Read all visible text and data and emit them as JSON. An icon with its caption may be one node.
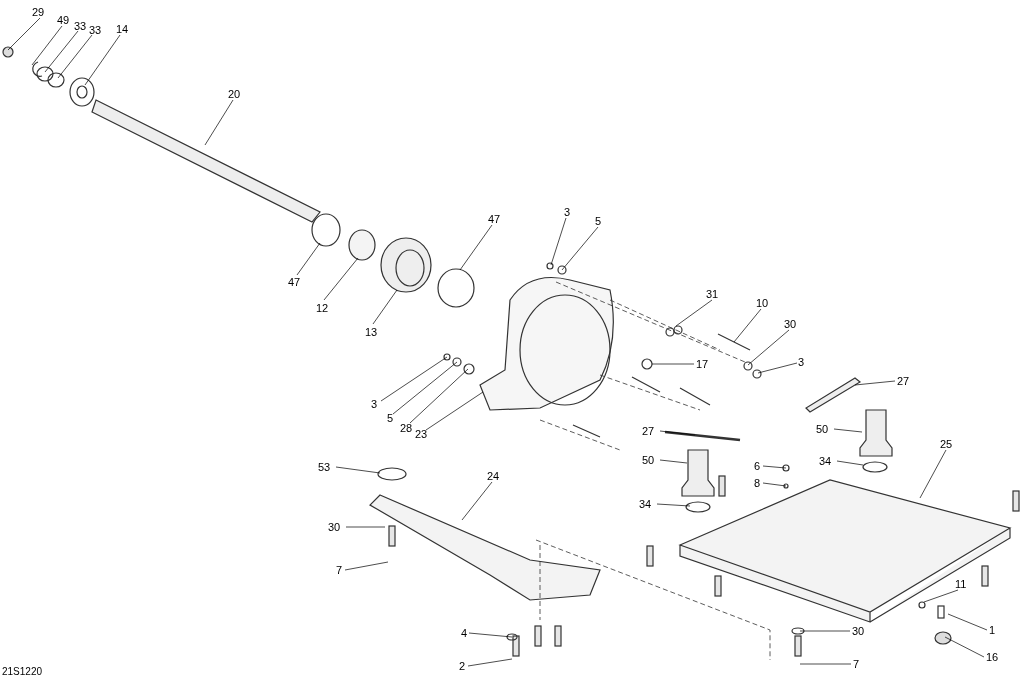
{
  "diagram": {
    "nodes": [
      {
        "text": [
          "29"
        ]
      },
      {
        "text": [
          "49"
        ]
      },
      {
        "text": [
          "33"
        ]
      },
      {
        "text": [
          "33"
        ]
      },
      {
        "text": [
          "14"
        ]
      },
      {
        "text": [
          "20"
        ]
      },
      {
        "text": [
          "47"
        ]
      },
      {
        "text": [
          "12"
        ]
      },
      {
        "text": [
          "13"
        ]
      },
      {
        "text": [
          "47"
        ]
      },
      {
        "text": [
          "3"
        ]
      },
      {
        "text": [
          "5"
        ]
      },
      {
        "text": [
          "31"
        ]
      },
      {
        "text": [
          "10"
        ]
      },
      {
        "text": [
          "30"
        ]
      },
      {
        "text": [
          "3"
        ]
      },
      {
        "text": [
          "17"
        ]
      },
      {
        "text": [
          "3"
        ]
      },
      {
        "text": [
          "5"
        ]
      },
      {
        "text": [
          "28"
        ]
      },
      {
        "text": [
          "23"
        ]
      },
      {
        "text": [
          "27"
        ]
      },
      {
        "text": [
          "27"
        ]
      },
      {
        "text": [
          "50"
        ]
      },
      {
        "text": [
          "25"
        ]
      },
      {
        "text": [
          "34"
        ]
      },
      {
        "text": [
          "6"
        ]
      },
      {
        "text": [
          "8"
        ]
      },
      {
        "text": [
          "50"
        ]
      },
      {
        "text": [
          "34"
        ]
      },
      {
        "text": [
          "53"
        ]
      },
      {
        "text": [
          "24"
        ]
      },
      {
        "text": [
          "30"
        ]
      },
      {
        "text": [
          "7"
        ]
      },
      {
        "text": [
          "11"
        ]
      },
      {
        "text": [
          "1"
        ]
      },
      {
        "text": [
          "30"
        ]
      },
      {
        "text": [
          "16"
        ]
      },
      {
        "text": [
          "4"
        ]
      },
      {
        "text": [
          "2"
        ]
      },
      {
        "text": [
          "7"
        ]
      }
    ],
    "edges": [
      {
        "from": 0,
        "to": null,
        "arrow": "none"
      },
      {
        "from": 1,
        "to": null,
        "arrow": "none"
      },
      {
        "from": 2,
        "to": null,
        "arrow": "none"
      },
      {
        "from": 3,
        "to": null,
        "arrow": "none"
      },
      {
        "from": 4,
        "to": null,
        "arrow": "none"
      },
      {
        "from": 5,
        "to": null,
        "arrow": "none"
      },
      {
        "from": 6,
        "to": null,
        "arrow": "none"
      },
      {
        "from": 7,
        "to": null,
        "arrow": "none"
      },
      {
        "from": 8,
        "to": null,
        "arrow": "none"
      },
      {
        "from": 9,
        "to": null,
        "arrow": "none"
      },
      {
        "from": 10,
        "to": null,
        "arrow": "none"
      },
      {
        "from": 11,
        "to": null,
        "arrow": "none"
      },
      {
        "from": 12,
        "to": null,
        "arrow": "none"
      },
      {
        "from": 13,
        "to": null,
        "arrow": "none"
      },
      {
        "from": 14,
        "to": null,
        "arrow": "none"
      },
      {
        "from": 15,
        "to": null,
        "arrow": "none"
      },
      {
        "from": 16,
        "to": null,
        "arrow": "none"
      },
      {
        "from": 17,
        "to": null,
        "arrow": "none"
      },
      {
        "from": 18,
        "to": null,
        "arrow": "none"
      },
      {
        "from": 19,
        "to": null,
        "arrow": "none"
      },
      {
        "from": 20,
        "to": null,
        "arrow": "none"
      },
      {
        "from": 21,
        "to": null,
        "arrow": "none"
      },
      {
        "from": 22,
        "to": null,
        "arrow": "none"
      },
      {
        "from": 23,
        "to": null,
        "arrow": "none"
      },
      {
        "from": 24,
        "to": null,
        "arrow": "none"
      },
      {
        "from": 25,
        "to": null,
        "arrow": "none"
      },
      {
        "from": 26,
        "to": null,
        "arrow": "none"
      },
      {
        "from": 27,
        "to": null,
        "arrow": "none"
      },
      {
        "from": 28,
        "to": null,
        "arrow": "none"
      },
      {
        "from": 29,
        "to": null,
        "arrow": "none"
      },
      {
        "from": 30,
        "to": null,
        "arrow": "none"
      },
      {
        "from": 31,
        "to": null,
        "arrow": "none"
      },
      {
        "from": 32,
        "to": null,
        "arrow": "none"
      },
      {
        "from": 33,
        "to": null,
        "arrow": "none"
      },
      {
        "from": 34,
        "to": null,
        "arrow": "none"
      },
      {
        "from": 35,
        "to": null,
        "arrow": "none"
      },
      {
        "from": 36,
        "to": null,
        "arrow": "none"
      },
      {
        "from": 37,
        "to": null,
        "arrow": "none"
      },
      {
        "from": 38,
        "to": null,
        "arrow": "none"
      },
      {
        "from": 39,
        "to": null,
        "arrow": "none"
      },
      {
        "from": 40,
        "to": null,
        "arrow": "none"
      }
    ],
    "labels": [
      "21S1220"
    ]
  }
}
